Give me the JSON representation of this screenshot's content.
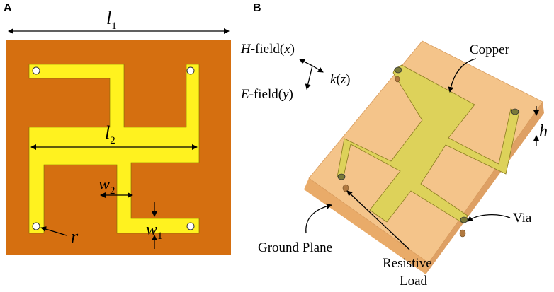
{
  "panels": {
    "a": {
      "label": "A",
      "dims": {
        "l1": {
          "sym": "l",
          "sub": "1"
        },
        "l2": {
          "sym": "l",
          "sub": "2"
        },
        "w2": {
          "sym": "w",
          "sub": "2"
        },
        "w1": {
          "sym": "w",
          "sub": "1"
        },
        "r": {
          "sym": "r"
        }
      }
    },
    "b": {
      "label": "B",
      "fields": {
        "h_sym": "H",
        "h_rest": "-field(",
        "h_axis": "x",
        "e_sym": "E",
        "e_rest": "-field(",
        "e_axis": "y",
        "k_sym": "k",
        "k_axis": "z",
        "open": "(",
        "close": ")"
      },
      "h_dim": "h",
      "labels": {
        "copper": "Copper",
        "via": "Via",
        "ground_plane": "Ground Plane",
        "resistive": "Resistive",
        "load": "Load"
      }
    }
  },
  "colors": {
    "substrate_top": "#d56f10",
    "copper": "#fff21f",
    "copper_b": "#ddd25a",
    "substrate_b": "#f4c48a",
    "substrate_b_side": "#e9ab69"
  }
}
